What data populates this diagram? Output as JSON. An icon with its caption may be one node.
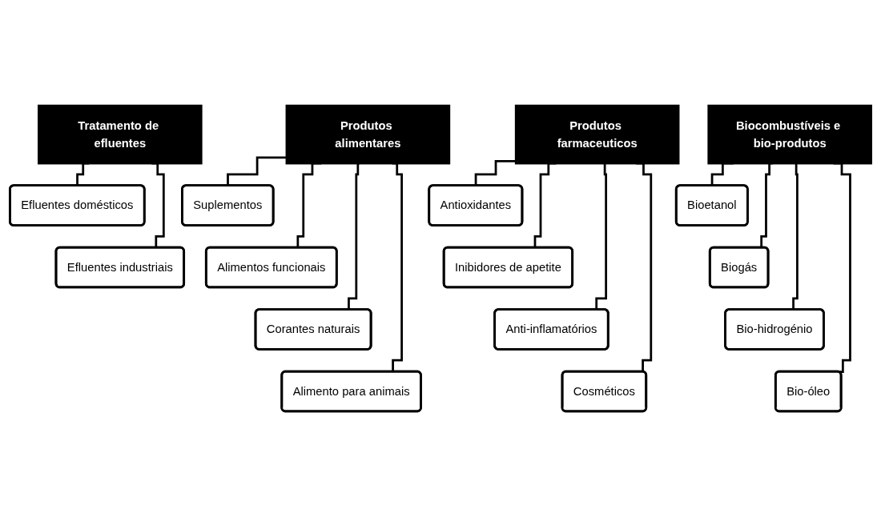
{
  "diagram": {
    "nodes": [
      {
        "text": [
          "Produtos alimentares"
        ]
      },
      {
        "text": [
          "Suplementos"
        ]
      },
      {
        "text": [
          "Alimentos funcionais"
        ]
      },
      {
        "text": [
          "Corantes naturais"
        ]
      },
      {
        "text": [
          "Alimento para animais"
        ]
      },
      {
        "text": [
          "Tratamento de efluentes"
        ]
      },
      {
        "text": [
          "Efluentes domésticos"
        ]
      },
      {
        "text": [
          "Efluentes industriais"
        ]
      },
      {
        "text": [
          "Produtos farmaceuticos"
        ]
      },
      {
        "text": [
          "Antioxidantes"
        ]
      },
      {
        "text": [
          "Inibidores de apetite"
        ]
      },
      {
        "text": [
          "Anti-inflamatórios"
        ]
      },
      {
        "text": [
          "Cosméticos"
        ]
      },
      {
        "text": [
          "Biocombustíveis e bio-produtos"
        ]
      },
      {
        "text": [
          "Bioetanol"
        ]
      },
      {
        "text": [
          "Biogás"
        ]
      },
      {
        "text": [
          "Bio-hidrogénio"
        ]
      },
      {
        "text": [
          "Bio-óleo"
        ]
      }
    ],
    "edges": [
      {
        "from": 0,
        "to": 1,
        "arrow": "none"
      },
      {
        "from": 0,
        "to": 2,
        "arrow": "none"
      },
      {
        "from": 0,
        "to": 3,
        "arrow": "none"
      },
      {
        "from": 0,
        "to": 4,
        "arrow": "none"
      },
      {
        "from": 5,
        "to": 6,
        "arrow": "none"
      },
      {
        "from": 5,
        "to": 7,
        "arrow": "none"
      },
      {
        "from": 8,
        "to": 9,
        "arrow": "none"
      },
      {
        "from": 8,
        "to": 10,
        "arrow": "none"
      },
      {
        "from": 8,
        "to": 11,
        "arrow": "none"
      },
      {
        "from": 8,
        "to": 12,
        "arrow": "none"
      },
      {
        "from": 13,
        "to": 14,
        "arrow": "none"
      },
      {
        "from": 13,
        "to": 15,
        "arrow": "none"
      },
      {
        "from": 13,
        "to": 16,
        "arrow": "none"
      },
      {
        "from": 13,
        "to": 17,
        "arrow": "none"
      }
    ]
  }
}
